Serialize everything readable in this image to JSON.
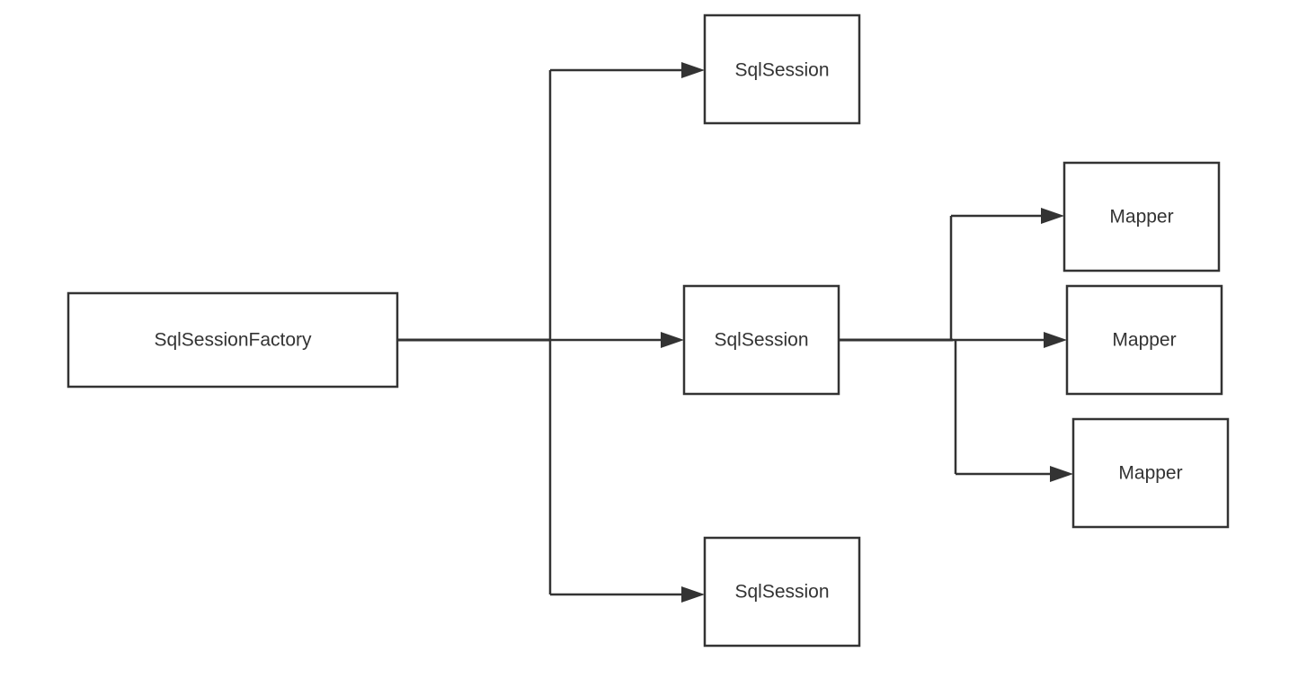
{
  "nodes": {
    "factory": {
      "label": "SqlSessionFactory"
    },
    "session_top": {
      "label": "SqlSession"
    },
    "session_mid": {
      "label": "SqlSession"
    },
    "session_bottom": {
      "label": "SqlSession"
    },
    "mapper_1": {
      "label": "Mapper"
    },
    "mapper_2": {
      "label": "Mapper"
    },
    "mapper_3": {
      "label": "Mapper"
    }
  }
}
